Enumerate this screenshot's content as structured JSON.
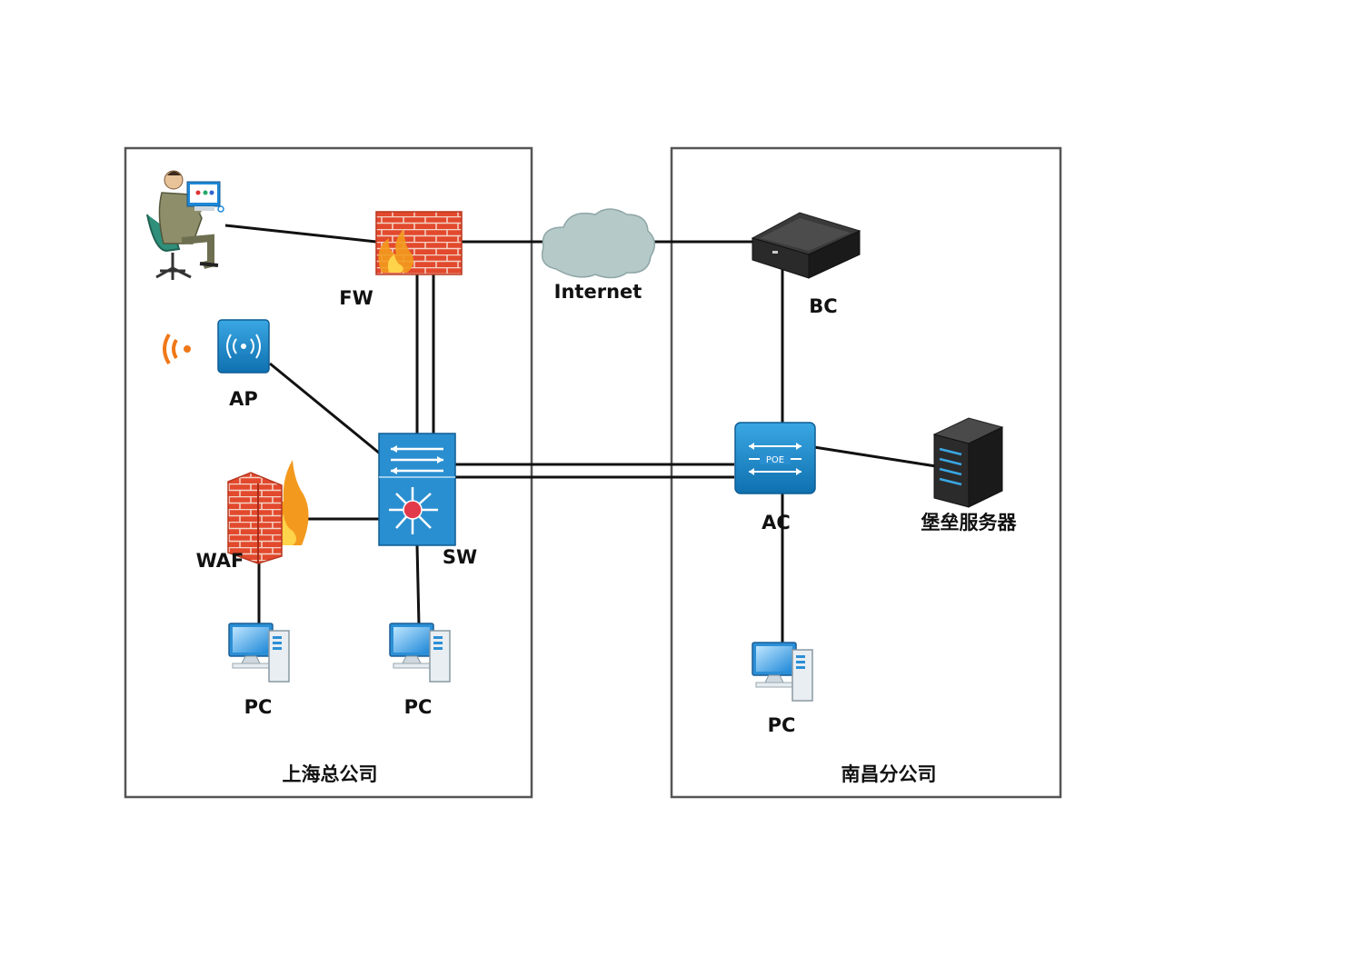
{
  "regions": {
    "left": {
      "label": "上海总公司"
    },
    "right": {
      "label": "南昌分公司"
    }
  },
  "nodes": {
    "user": {
      "icon": "user-at-workstation-icon"
    },
    "fw": {
      "label": "FW",
      "icon": "firewall-icon"
    },
    "internet": {
      "label": "Internet",
      "icon": "cloud-icon"
    },
    "bc": {
      "label": "BC",
      "icon": "appliance-icon"
    },
    "ap": {
      "label": "AP",
      "icon": "wireless-access-point-icon"
    },
    "sw": {
      "label": "SW",
      "icon": "layer3-switch-icon"
    },
    "waf": {
      "label": "WAF",
      "icon": "firewall-flame-icon"
    },
    "ac": {
      "label": "AC",
      "icon": "poe-switch-icon",
      "text": "POE"
    },
    "bastion": {
      "label": "堡垒服务器",
      "icon": "tower-server-icon"
    },
    "pc1": {
      "label": "PC",
      "icon": "desktop-computer-icon"
    },
    "pc2": {
      "label": "PC",
      "icon": "desktop-computer-icon"
    },
    "pc3": {
      "label": "PC",
      "icon": "desktop-computer-icon"
    }
  },
  "colors": {
    "line": "#111111",
    "border": "#555555",
    "brick": "#e0442a",
    "device_blue": "#1e88c8",
    "cloud": "#b5c9c9",
    "signal": "#f07818"
  }
}
